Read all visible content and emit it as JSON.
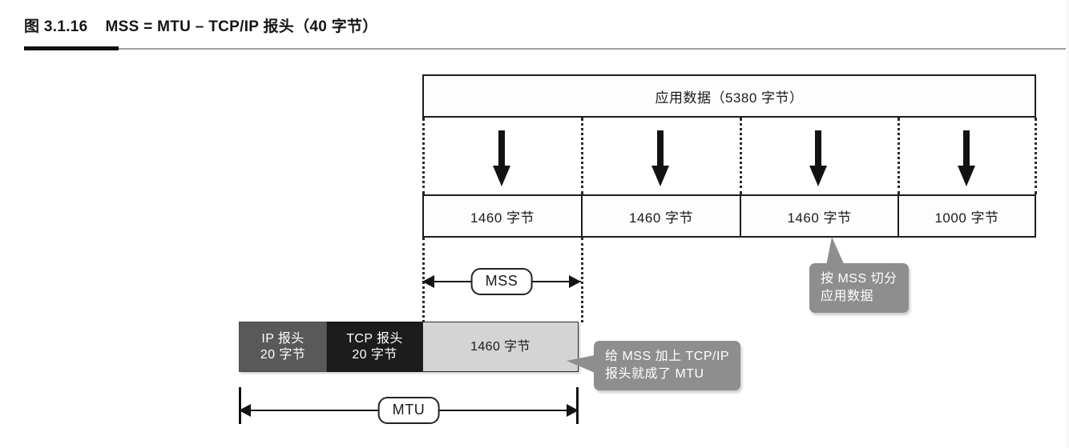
{
  "figure": {
    "caption_number": "图 3.1.16",
    "caption_text": "MSS = MTU – TCP/IP 报头（40 字节）"
  },
  "diagram": {
    "app_data_box": {
      "label": "应用数据（5380 字节）"
    },
    "segments": [
      {
        "label": "1460 字节"
      },
      {
        "label": "1460 字节"
      },
      {
        "label": "1460 字节"
      },
      {
        "label": "1000 字节"
      }
    ],
    "measures": [
      {
        "name": "mss",
        "label": "MSS"
      },
      {
        "name": "mtu",
        "label": "MTU"
      }
    ],
    "packet": {
      "ip_header": {
        "line1": "IP 报头",
        "line2": "20 字节"
      },
      "tcp_header": {
        "line1": "TCP 报头",
        "line2": "20 字节"
      },
      "payload": {
        "line1": "1460 字节"
      }
    },
    "callouts": {
      "split": {
        "line1": "按 MSS 切分",
        "line2": "应用数据"
      },
      "mtu": {
        "line1": "给 MSS 加上 TCP/IP",
        "line2": "报头就成了 MTU"
      }
    },
    "colors": {
      "ip_header_fill": "#595959",
      "tcp_header_fill": "#1c1c1c",
      "payload_fill": "#d4d4d4",
      "callout_fill": "#8e8e8e",
      "stroke": "#1d1d1d"
    }
  }
}
